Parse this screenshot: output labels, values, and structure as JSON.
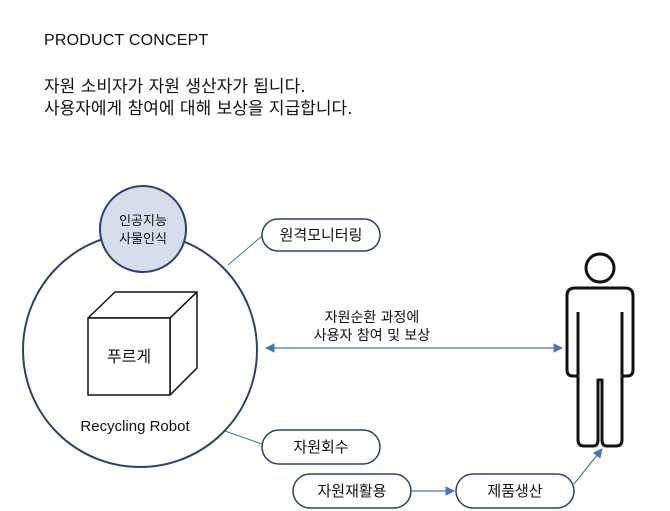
{
  "header": {
    "title": "PRODUCT CONCEPT",
    "subtitle_line1": "자원 소비자가 자원 생산자가 됩니다.",
    "subtitle_line2": "사용자에게 참여에 대해 보상을 지급합니다."
  },
  "diagram": {
    "ai_badge_line1": "인공지능",
    "ai_badge_line2": "사물인식",
    "box_label": "푸르게",
    "robot_label": "Recycling Robot",
    "remote_monitoring": "원격모니터링",
    "collection": "자원회수",
    "recycling": "자원재활용",
    "production": "제품생산",
    "arrow_label_line1": "자원순환 과정에",
    "arrow_label_line2": "사용자 참여 및 보상"
  },
  "colors": {
    "circle_stroke": "#2e4070",
    "badge_fill": "#d6deee",
    "arrow_blue": "#4a72c0"
  }
}
